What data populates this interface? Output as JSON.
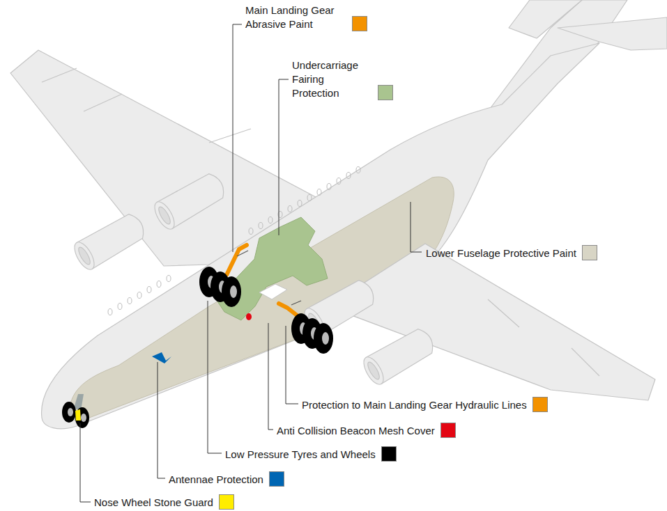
{
  "diagram": {
    "legend": [
      {
        "text": "Main Landing Gear Abrasive Paint",
        "color": "#f39200"
      },
      {
        "text": "Undercarriage Fairing Protection",
        "color": "#a9c48f"
      },
      {
        "text": "Lower Fuselage Protective Paint",
        "color": "#d8d5c5"
      },
      {
        "text": "Protection to Main Landing Gear Hydraulic Lines",
        "color": "#f39200"
      },
      {
        "text": "Anti Collision Beacon Mesh Cover",
        "color": "#e30613"
      },
      {
        "text": "Low Pressure Tyres and Wheels",
        "color": "#000000"
      },
      {
        "text": "Antennae Protection",
        "color": "#0066b3"
      },
      {
        "text": "Nose Wheel Stone Guard",
        "color": "#ffed00"
      }
    ]
  }
}
